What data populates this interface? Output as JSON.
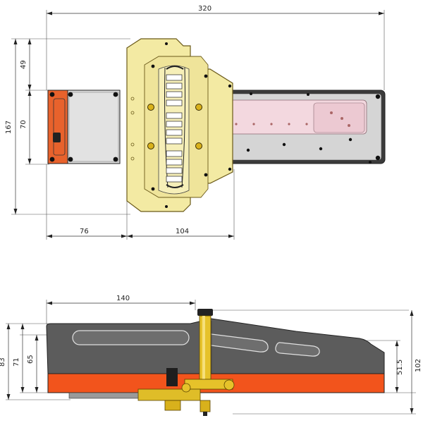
{
  "colors": {
    "yellow_mount": "#f3eaa3",
    "yellow_dark": "#c9a63a",
    "orange": "#e8622c",
    "orange_bright": "#f2541c",
    "dark_body": "#5c5c5c",
    "gray_panel": "#d9d9d9",
    "rail_pink": "#f3d8df",
    "gold": "#d9b21c"
  },
  "top_view": {
    "dims": {
      "overall_width": "320",
      "left_height_upper": "49",
      "left_height_mid": "70",
      "overall_height": "167",
      "bottom_left": "76",
      "bottom_mid": "104"
    }
  },
  "side_view": {
    "dims": {
      "top_length": "140",
      "left_outer": "83",
      "left_mid": "71",
      "left_inner": "65",
      "right_inner": "51.5",
      "right_outer": "102"
    }
  }
}
